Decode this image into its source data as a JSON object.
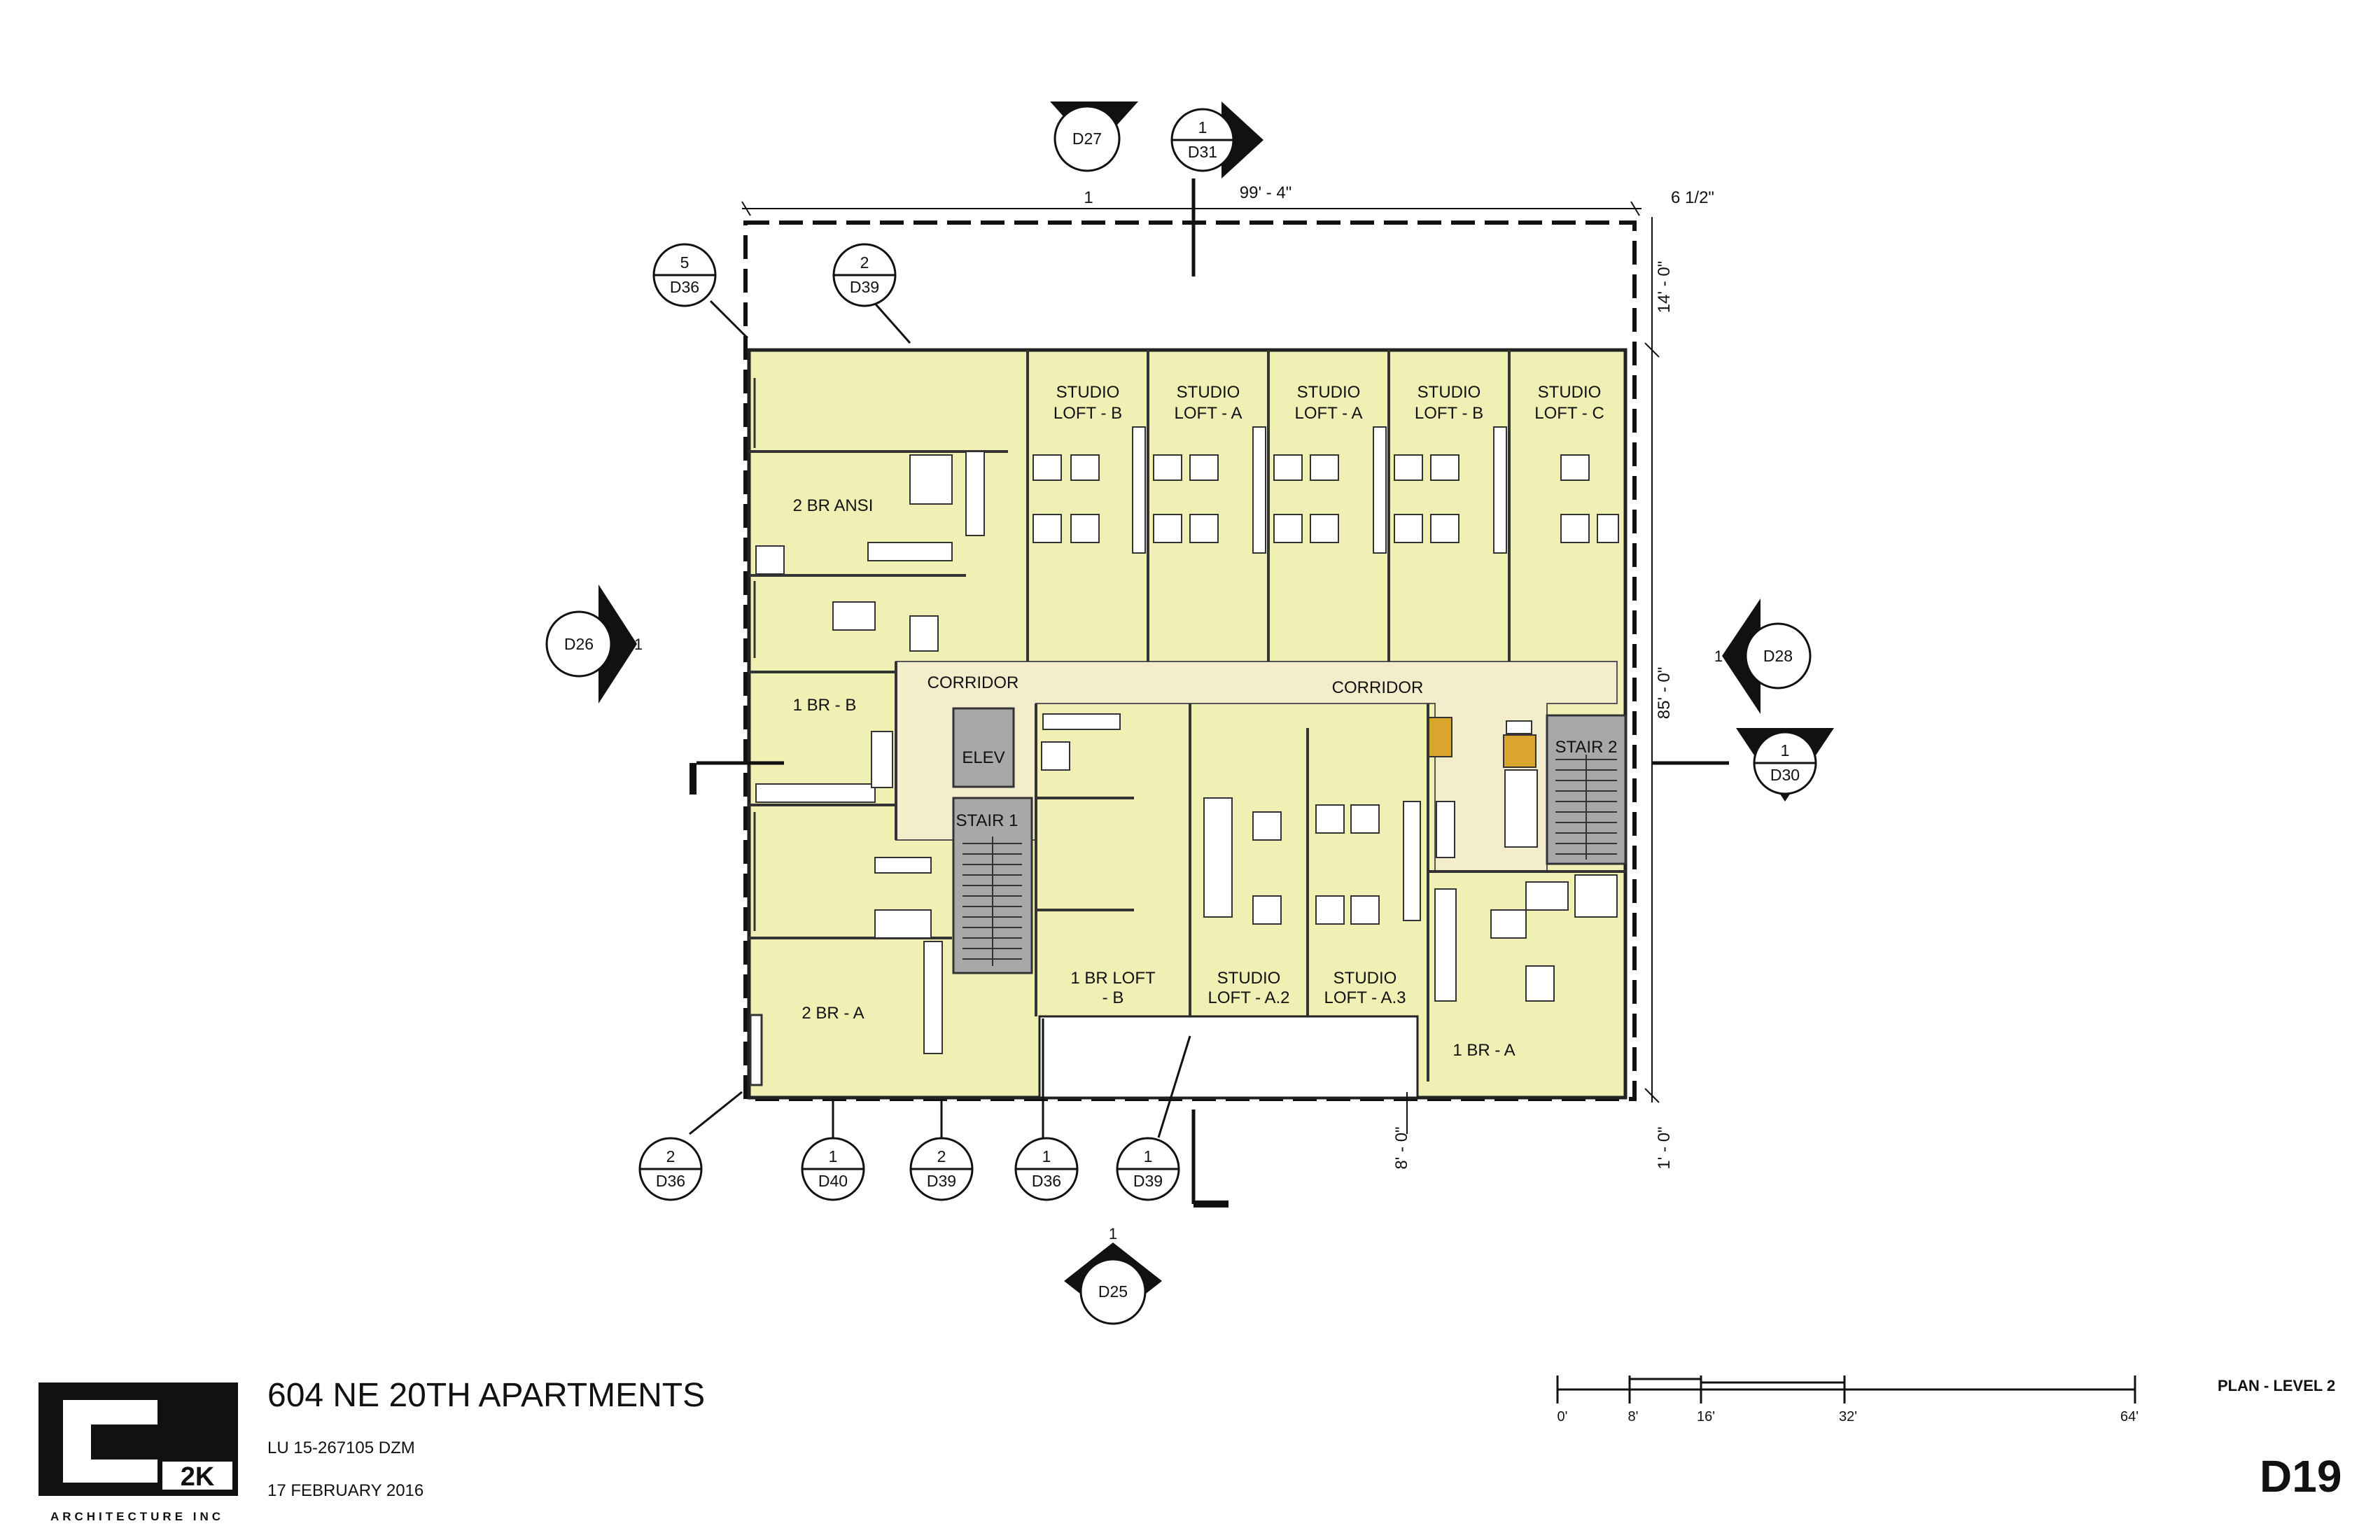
{
  "project": {
    "title": "604 NE 20TH APARTMENTS",
    "case_number": "LU 15-267105 DZM",
    "date": "17 FEBRUARY 2016",
    "sheet_title": "PLAN - LEVEL 2",
    "sheet_number": "D19"
  },
  "logo": {
    "mark": "C",
    "sub": "2K",
    "caption": "ARCHITECTURE INC"
  },
  "colors": {
    "unit_fill": "#f0f0b4",
    "corridor_fill": "#f4edcc",
    "core_fill": "#a8a8a8",
    "accent_fill": "#d9a52c"
  },
  "rooms": {
    "studio_loft_b_1": [
      "STUDIO",
      "LOFT - B"
    ],
    "studio_loft_a_1": [
      "STUDIO",
      "LOFT - A"
    ],
    "studio_loft_a_2": [
      "STUDIO",
      "LOFT - A"
    ],
    "studio_loft_b_2": [
      "STUDIO",
      "LOFT - B"
    ],
    "studio_loft_c": [
      "STUDIO",
      "LOFT - C"
    ],
    "two_br_ansi": "2 BR ANSI",
    "one_br_b": "1 BR - B",
    "two_br_a": "2 BR - A",
    "corridor_west": "CORRIDOR",
    "corridor_east": "CORRIDOR",
    "elev": "ELEV",
    "stair_1": "STAIR 1",
    "stair_2": "STAIR 2",
    "one_br_loft_b": [
      "1 BR LOFT",
      "- B"
    ],
    "studio_loft_a2": [
      "STUDIO",
      "LOFT - A.2"
    ],
    "studio_loft_a3": [
      "STUDIO",
      "LOFT - A.3"
    ],
    "one_br_a": "1 BR - A"
  },
  "dimensions": {
    "overall_width": "99' - 4\"",
    "right_offset": "6 1/2\"",
    "north_setback": "14' - 0\"",
    "overall_depth": "85' - 0\"",
    "south_setback": "1' - 0\"",
    "south_offset": "8' - 0\"",
    "width_ref": "1"
  },
  "callouts": {
    "top_d27": {
      "top": "",
      "sheet": "D27"
    },
    "top_d31": {
      "top": "1",
      "sheet": "D31"
    },
    "nw_d36": {
      "top": "5",
      "sheet": "D36"
    },
    "n_d39": {
      "top": "2",
      "sheet": "D39"
    },
    "west_d26": {
      "sheet": "D26",
      "ref": "1"
    },
    "east_d28": {
      "sheet": "D28",
      "ref": "1"
    },
    "east_d30": {
      "top": "1",
      "sheet": "D30"
    },
    "sw_d36": {
      "top": "2",
      "sheet": "D36"
    },
    "s_d40": {
      "top": "1",
      "sheet": "D40"
    },
    "s_d39a": {
      "top": "2",
      "sheet": "D39"
    },
    "s_d36": {
      "top": "1",
      "sheet": "D36"
    },
    "s_d39b": {
      "top": "1",
      "sheet": "D39"
    },
    "bottom_d25": {
      "sheet": "D25",
      "ref": "1"
    }
  },
  "scale_bar": {
    "labels": [
      "0'",
      "8'",
      "16'",
      "32'",
      "64'"
    ]
  }
}
